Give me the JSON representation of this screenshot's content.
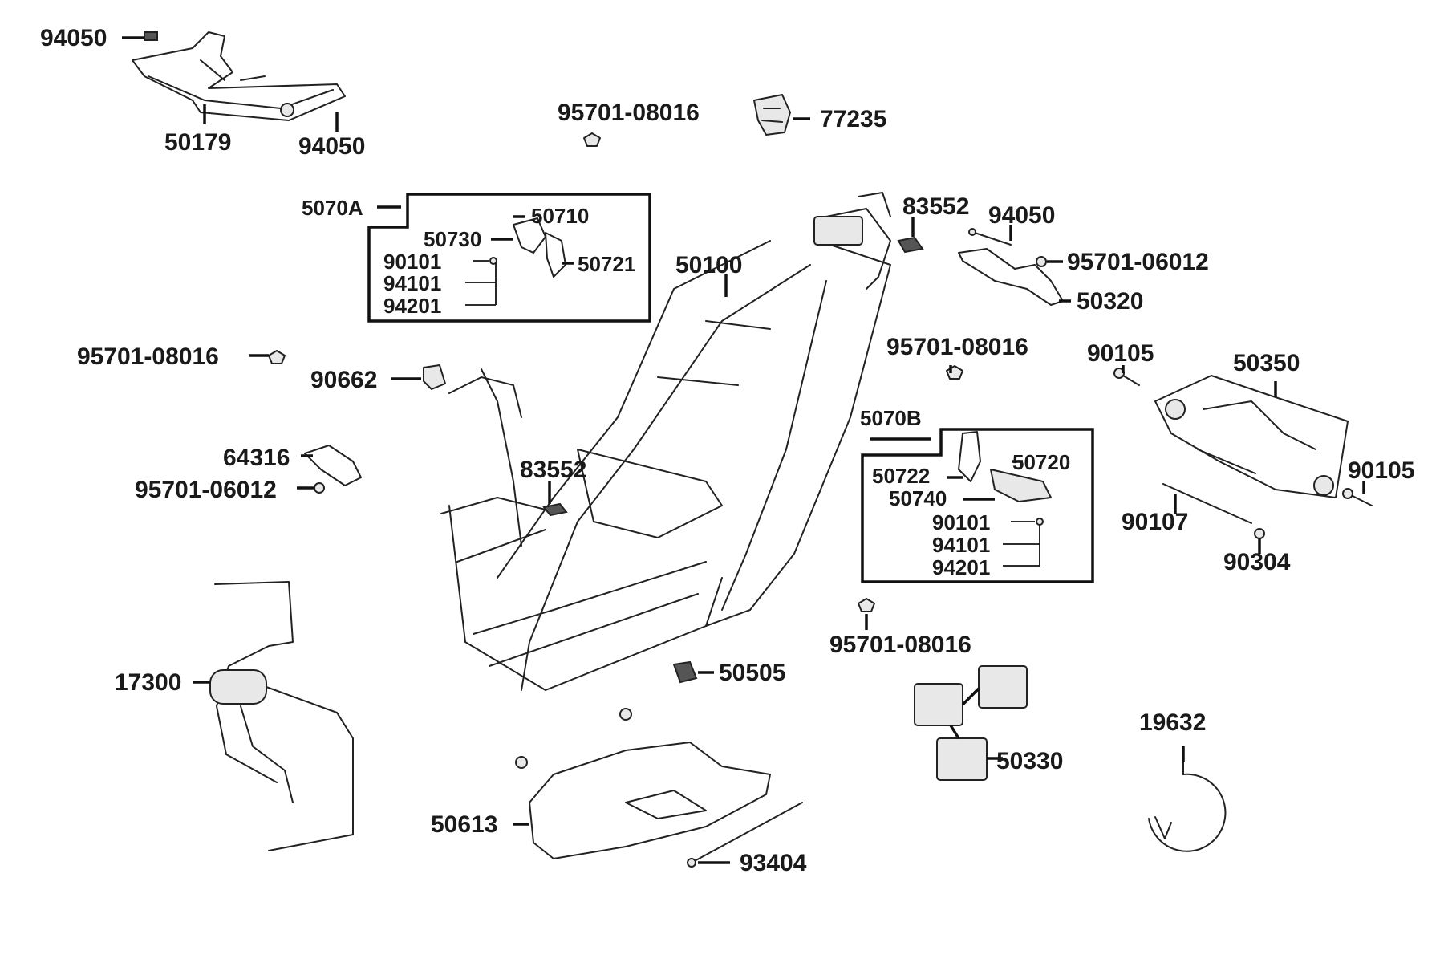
{
  "diagram": {
    "parts": {
      "p94050_top": "94050",
      "p50179": "50179",
      "p94050_b": "94050",
      "p95701_08016_a": "95701-08016",
      "p77235": "77235",
      "p83552_a": "83552",
      "p94050_c": "94050",
      "p95701_06012_a": "95701-06012",
      "p50320": "50320",
      "p50100": "50100",
      "p95701_08016_b": "95701-08016",
      "p90662": "90662",
      "p95701_08016_c": "95701-08016",
      "p90105_a": "90105",
      "p50350": "50350",
      "p64316": "64316",
      "p95701_06012_b": "95701-06012",
      "p83552_b": "83552",
      "p90105_b": "90105",
      "p90107": "90107",
      "p90304": "90304",
      "p95701_08016_d": "95701-08016",
      "p17300": "17300",
      "p50505": "50505",
      "p19632": "19632",
      "p50330": "50330",
      "p50613": "50613",
      "p93404": "93404"
    },
    "group_a": {
      "title": "5070A",
      "p50710": "50710",
      "p50730": "50730",
      "p90101": "90101",
      "p50721": "50721",
      "p94101": "94101",
      "p94201": "94201"
    },
    "group_b": {
      "title": "5070B",
      "p50720": "50720",
      "p50722": "50722",
      "p50740": "50740",
      "p90101": "90101",
      "p94101": "94101",
      "p94201": "94201"
    }
  }
}
